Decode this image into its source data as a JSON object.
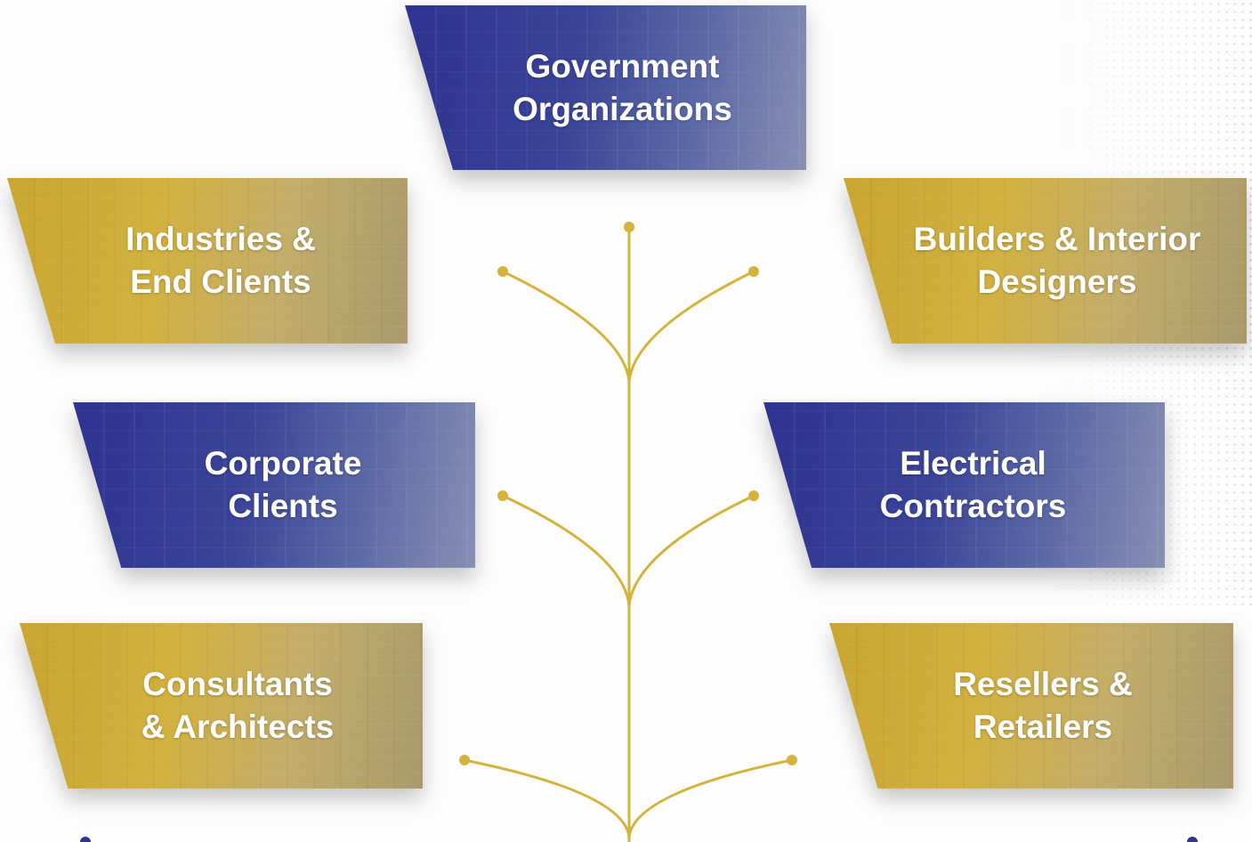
{
  "colors": {
    "navy": "#2d3390",
    "gold": "#c9a531",
    "connector": "#d4b33c",
    "text": "#ffffff"
  },
  "cards": {
    "government": {
      "line1": "Government",
      "line2": "Organizations",
      "theme": "blue"
    },
    "industries": {
      "line1": "Industries &",
      "line2": "End Clients",
      "theme": "gold"
    },
    "builders": {
      "line1": "Builders & Interior",
      "line2": "Designers",
      "theme": "gold"
    },
    "corporate": {
      "line1": "Corporate",
      "line2": "Clients",
      "theme": "blue"
    },
    "electrical": {
      "line1": "Electrical",
      "line2": "Contractors",
      "theme": "blue"
    },
    "consultants": {
      "line1": "Consultants",
      "line2": "& Architects",
      "theme": "gold"
    },
    "resellers": {
      "line1": "Resellers &",
      "line2": "Retailers",
      "theme": "gold"
    }
  }
}
